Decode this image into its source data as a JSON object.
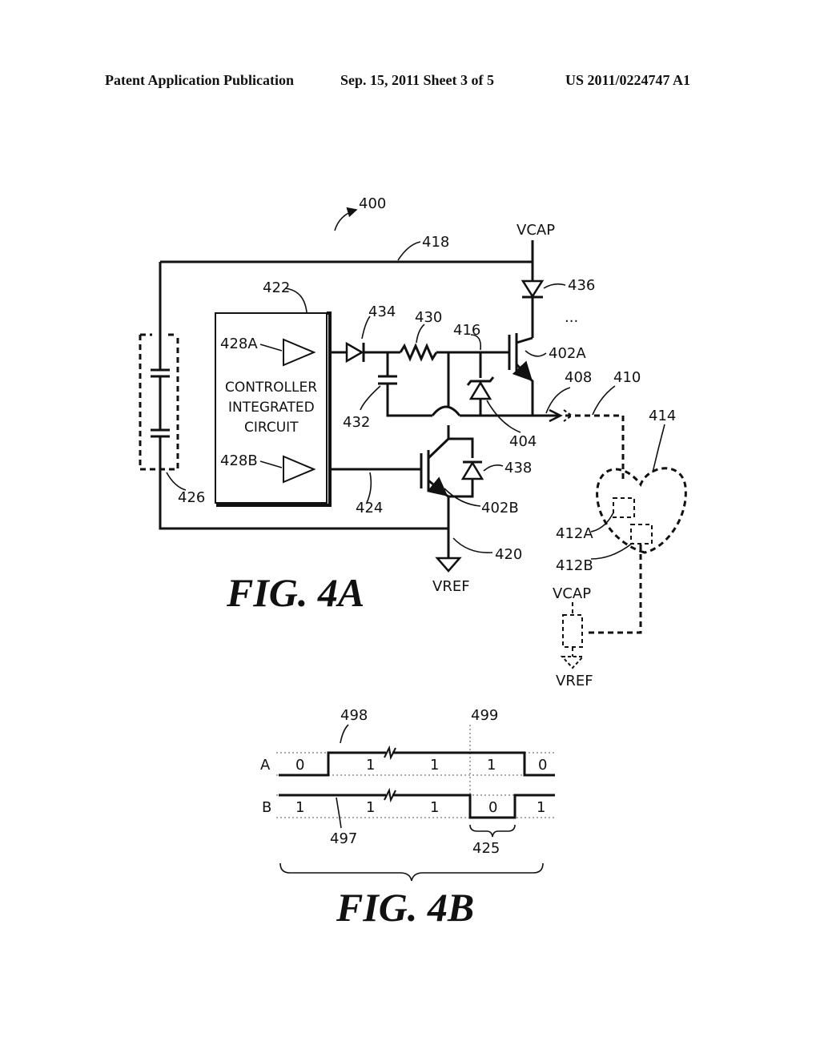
{
  "header": {
    "left": "Patent Application Publication",
    "center": "Sep. 15, 2011   Sheet 3 of 5",
    "right": "US 2011/0224747 A1"
  },
  "fig4a": {
    "caption": "FIG. 4A",
    "controller_text": [
      "CONTROLLER",
      "INTEGRATED",
      "CIRCUIT"
    ],
    "supply_labels": {
      "vcap": "VCAP",
      "vref": "VREF",
      "vcap_lead": "VCAP",
      "vref_lead": "VREF"
    },
    "ellipsis": "...",
    "refs": {
      "r400": "400",
      "r418": "418",
      "r422": "422",
      "r434": "434",
      "r430": "430",
      "r416": "416",
      "r436": "436",
      "r402A": "402A",
      "r428A": "428A",
      "r408": "408",
      "r410": "410",
      "r414": "414",
      "r432": "432",
      "r404": "404",
      "r438": "438",
      "r428B": "428B",
      "r426": "426",
      "r424": "424",
      "r402B": "402B",
      "r420": "420",
      "r412A": "412A",
      "r412B": "412B"
    }
  },
  "fig4b": {
    "caption": "FIG. 4B",
    "rows": [
      {
        "name": "A",
        "bits": [
          "0",
          "1",
          "1",
          "1",
          "0"
        ]
      },
      {
        "name": "B",
        "bits": [
          "1",
          "1",
          "1",
          "0",
          "1"
        ]
      }
    ],
    "refs": {
      "r498": "498",
      "r499": "499",
      "r497": "497",
      "r425": "425"
    }
  }
}
